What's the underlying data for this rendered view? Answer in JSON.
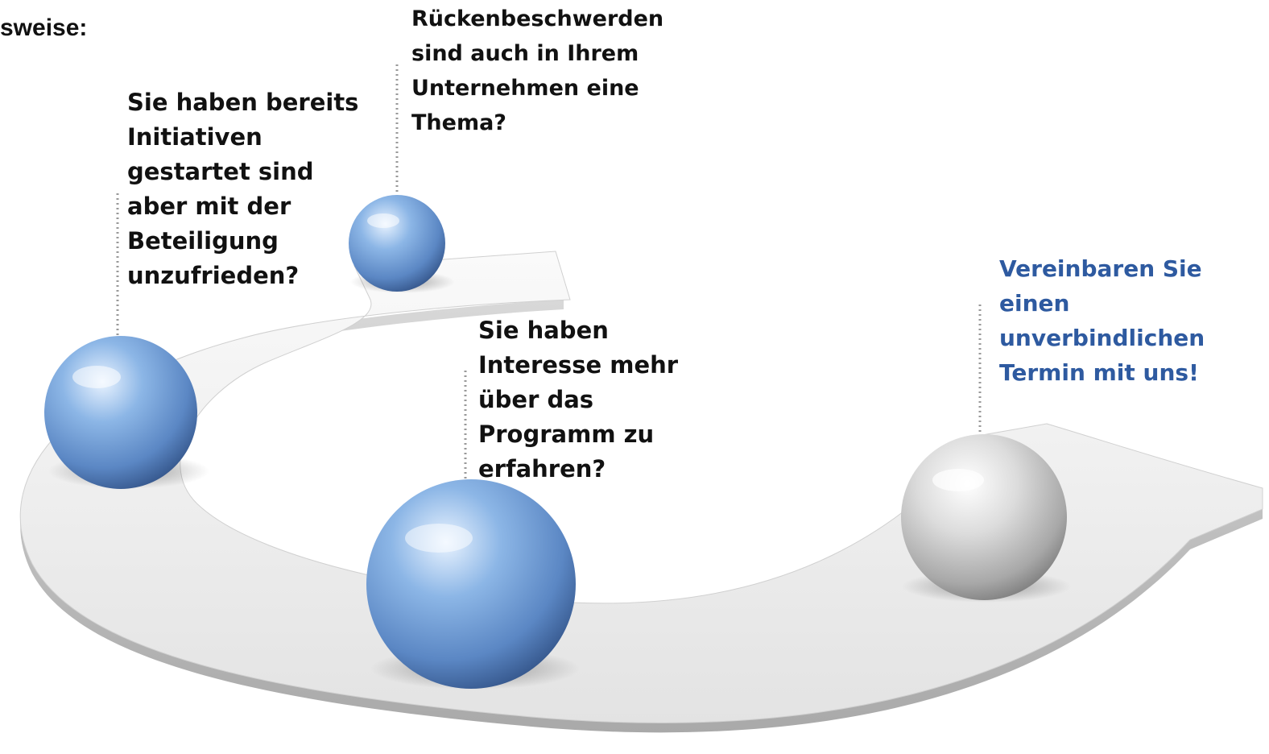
{
  "heading": "sweise:",
  "steps": [
    {
      "text": "Sie haben bereits\nInitiativen\ngestartet sind\naber mit der\nBeteiligung\nunzufrieden?"
    },
    {
      "text": "Rückenbeschwerden\nsind auch in Ihrem\nUnternehmen eine\nThema?"
    },
    {
      "text": "Sie haben\nInteresse mehr\nüber das\nProgramm zu\nerfahren?"
    },
    {
      "text": "Vereinbaren Sie\neinen\nunverbindlichen\nTermin mit uns!"
    }
  ],
  "colors": {
    "text": "#111111",
    "highlight_text": "#2e5aa0",
    "sphere_blue": "#6f9fd8",
    "sphere_silver": "#cfcfcf",
    "arrow_top": "#f2f2f2",
    "arrow_side": "#c8c8c8"
  },
  "icons": [
    "blue-sphere-icon",
    "silver-sphere-icon",
    "curved-arrow-icon"
  ]
}
